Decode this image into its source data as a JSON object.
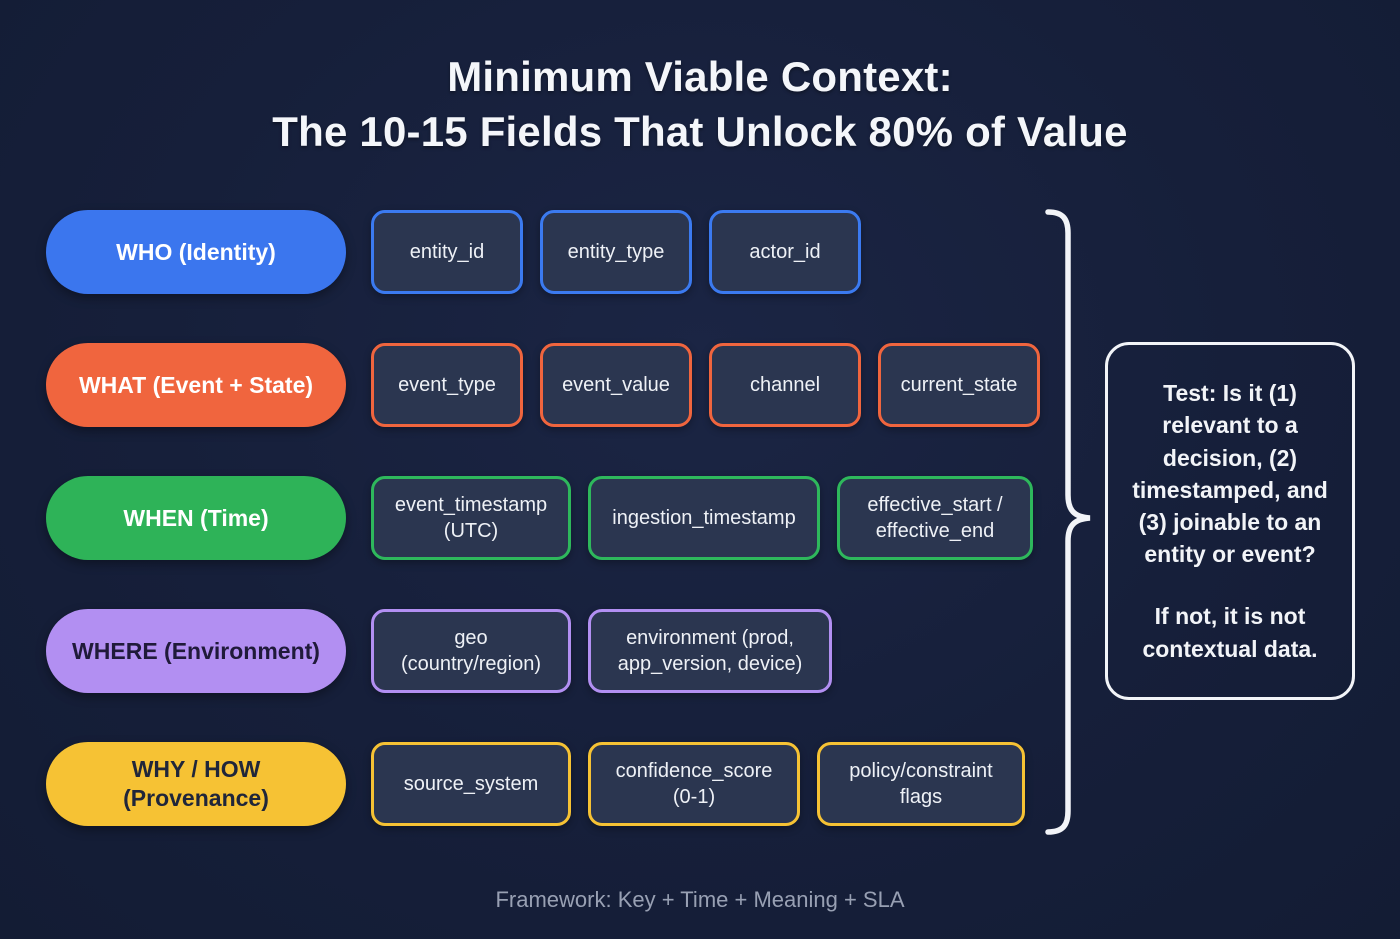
{
  "title": {
    "line1": "Minimum Viable Context:",
    "line2": "The 10-15 Fields That Unlock 80% of Value"
  },
  "rows": [
    {
      "label": "WHO (Identity)",
      "color": "#3b76ee",
      "fields": [
        "entity_id",
        "entity_type",
        "actor_id"
      ]
    },
    {
      "label": "WHAT (Event + State)",
      "color": "#f0653e",
      "fields": [
        "event_type",
        "event_value",
        "channel",
        "current_state"
      ]
    },
    {
      "label": "WHEN (Time)",
      "color": "#2eb358",
      "fields": [
        "event_timestamp (UTC)",
        "ingestion_timestamp",
        "effective_start / effective_end"
      ]
    },
    {
      "label": "WHERE (Environment)",
      "color": "#b28ff2",
      "fields": [
        "geo (country/region)",
        "environment (prod, app_version, device)"
      ]
    },
    {
      "label": "WHY / HOW (Provenance)",
      "color": "#f6c234",
      "fields": [
        "source_system",
        "confidence_score (0-1)",
        "policy/constraint flags"
      ]
    }
  ],
  "callout": {
    "paragraph1": "Test: Is it (1) relevant to a decision, (2) timestamped, and (3) joinable to an entity or event?",
    "paragraph2": "If not, it is not contextual data."
  },
  "footer": "Framework: Key + Time + Meaning + SLA",
  "colors": {
    "background": "#161f3a",
    "box_fill": "#2b3650",
    "who_blue": "#3b76ee",
    "what_orange": "#f0653e",
    "when_green": "#2eb358",
    "where_purple": "#b28ff2",
    "why_yellow": "#f6c234",
    "callout_border": "#f2f4f8",
    "text_white": "#f2f4f8",
    "footer_gray": "#98a0b3"
  }
}
